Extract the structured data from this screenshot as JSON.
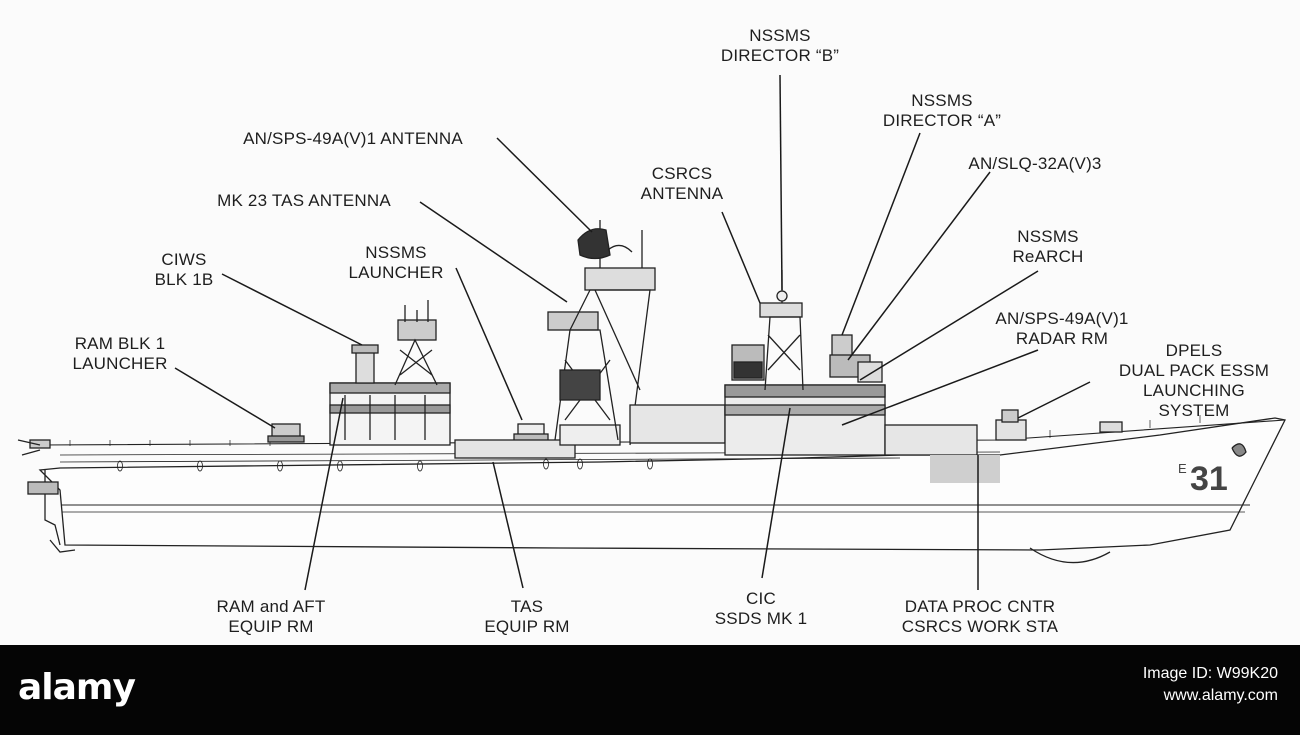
{
  "labels": {
    "nssms_director_b": [
      "NSSMS",
      "DIRECTOR “B”"
    ],
    "nssms_director_a": [
      "NSSMS",
      "DIRECTOR “A”"
    ],
    "an_sps_antenna": [
      "AN/SPS-49A(V)1 ANTENNA"
    ],
    "an_slq": [
      "AN/SLQ-32A(V)3"
    ],
    "csrcs_antenna": [
      "CSRCS",
      "ANTENNA"
    ],
    "mk23_tas_antenna": [
      "MK 23 TAS ANTENNA"
    ],
    "nssms_rearch": [
      "NSSMS",
      "ReARCH"
    ],
    "ciws": [
      "CIWS",
      "BLK 1B"
    ],
    "nssms_launcher": [
      "NSSMS",
      "LAUNCHER"
    ],
    "radar_rm": [
      "AN/SPS-49A(V)1",
      "RADAR RM"
    ],
    "ram_launcher": [
      "RAM BLK 1",
      "LAUNCHER"
    ],
    "dpels": [
      "DPELS",
      "DUAL PACK ESSM",
      "LAUNCHING",
      "SYSTEM"
    ],
    "ram_aft": [
      "RAM and AFT",
      "EQUIP RM"
    ],
    "tas_equip": [
      "TAS",
      "EQUIP RM"
    ],
    "cic": [
      "CIC",
      "SSDS MK 1"
    ],
    "data_proc": [
      "DATA PROC CNTR",
      "CSRCS WORK STA"
    ]
  },
  "hull_number": "31",
  "hull_prefix": "E",
  "footer": {
    "brand": "alamy",
    "image_id": "Image ID: W99K20",
    "url": "www.alamy.com"
  }
}
